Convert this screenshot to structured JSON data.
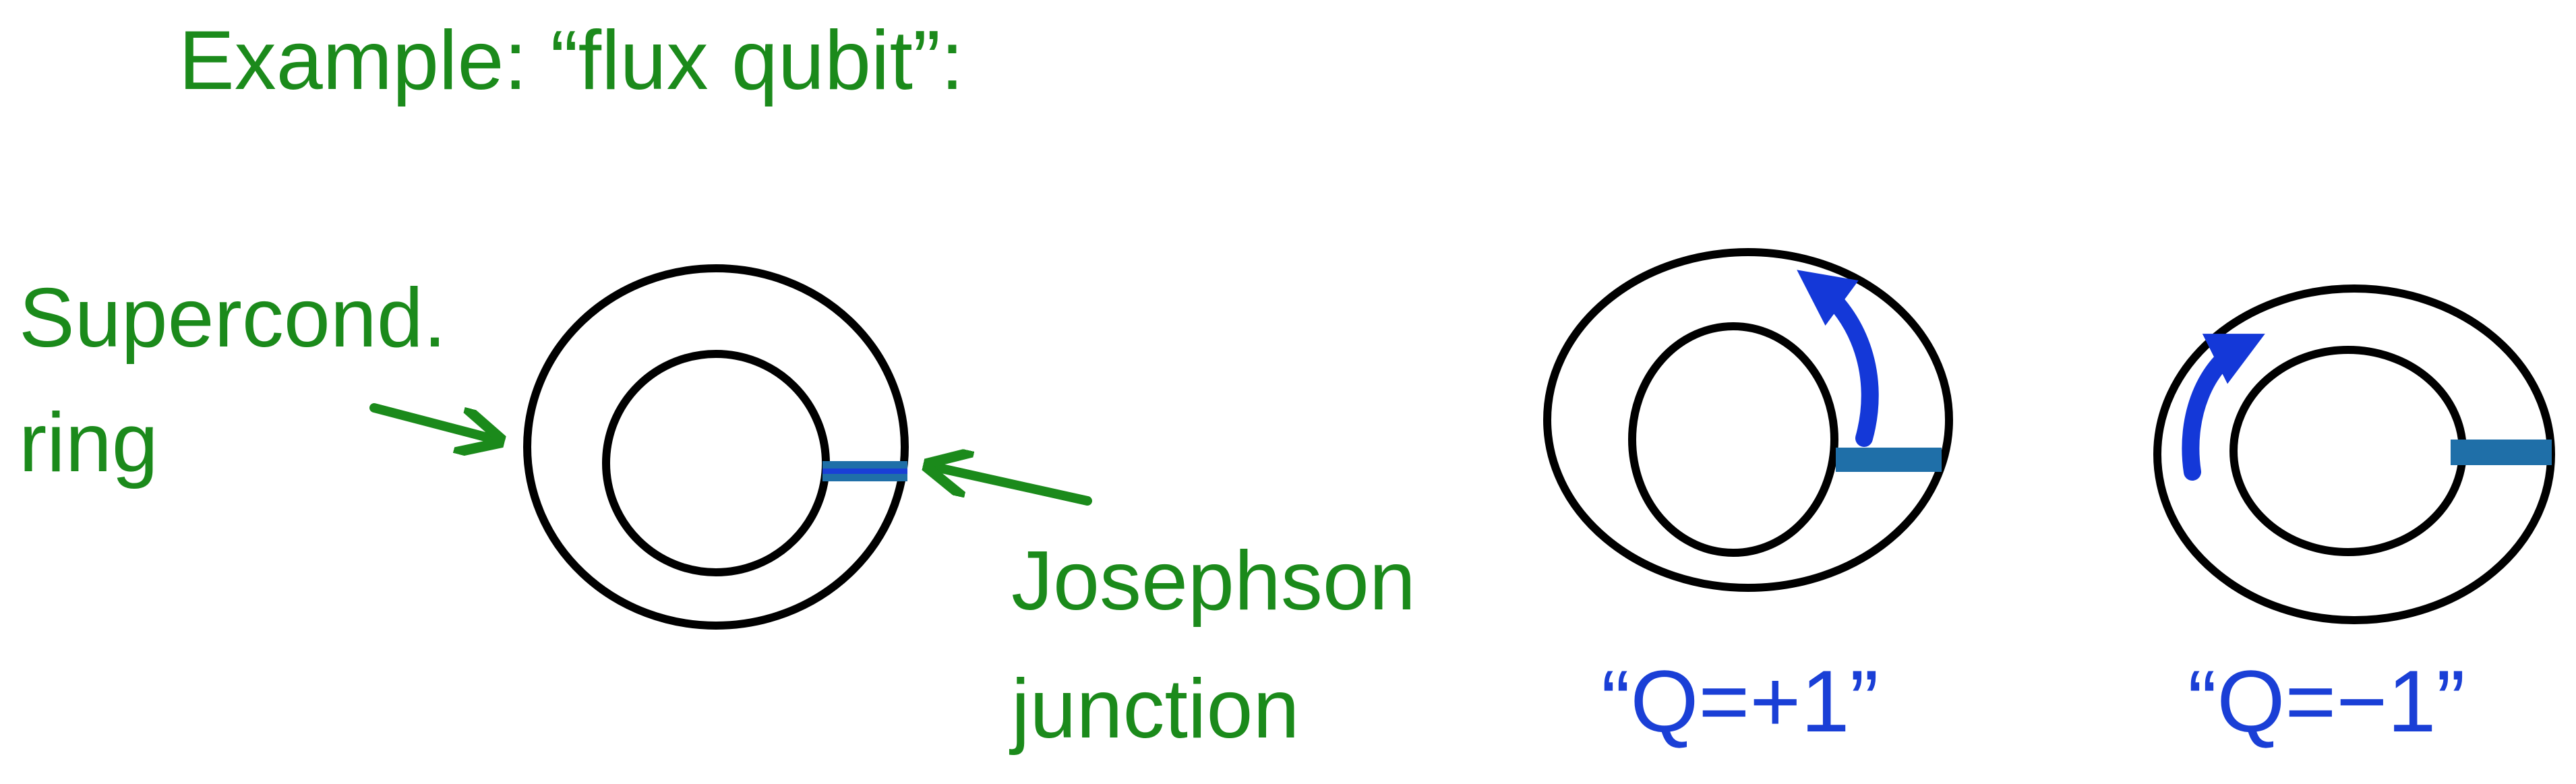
{
  "title": "Example:   “flux qubit”:",
  "labels": {
    "supercond_line1": "Supercond.",
    "supercond_line2": "ring",
    "josephson_line1": "Josephson",
    "josephson_line2": "junction",
    "state_plus": "“Q=+1”",
    "state_minus": "“Q=−1”"
  },
  "colors": {
    "label_green": "#1b8a1b",
    "label_blue": "#1a3fd6",
    "ring_stroke": "#000000",
    "junction_fill": "#1f6fa8",
    "junction_core": "#1a3fd6",
    "current_arrow": "#1438d8"
  },
  "icons": {
    "pointer_arrows": "green-arrow-icon",
    "current_arrows": "curved-arrow-icon"
  }
}
